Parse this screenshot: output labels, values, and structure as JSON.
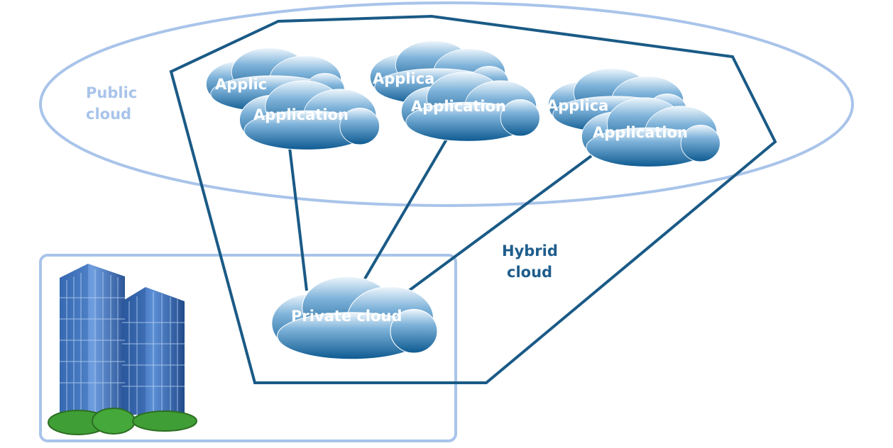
{
  "public_cloud": {
    "line1": "Public",
    "line2": "cloud"
  },
  "hybrid_cloud": {
    "line1": "Hybrid",
    "line2": "cloud"
  },
  "private_cloud": {
    "label": "Private cloud"
  },
  "app_clouds": [
    {
      "back_label": "Applic",
      "front_label": "Application"
    },
    {
      "back_label": "Applica",
      "front_label": "Application"
    },
    {
      "back_label": "Applica",
      "front_label": "Application"
    }
  ],
  "colors": {
    "public_outline": "#a9c4ea",
    "hybrid_outline": "#1a5a86",
    "connector": "#1a5a86",
    "cloud_top": "#e9f3fb",
    "cloud_bottom": "#0f5e96",
    "building": "#4b7fbf",
    "grass": "#3f9e35"
  }
}
